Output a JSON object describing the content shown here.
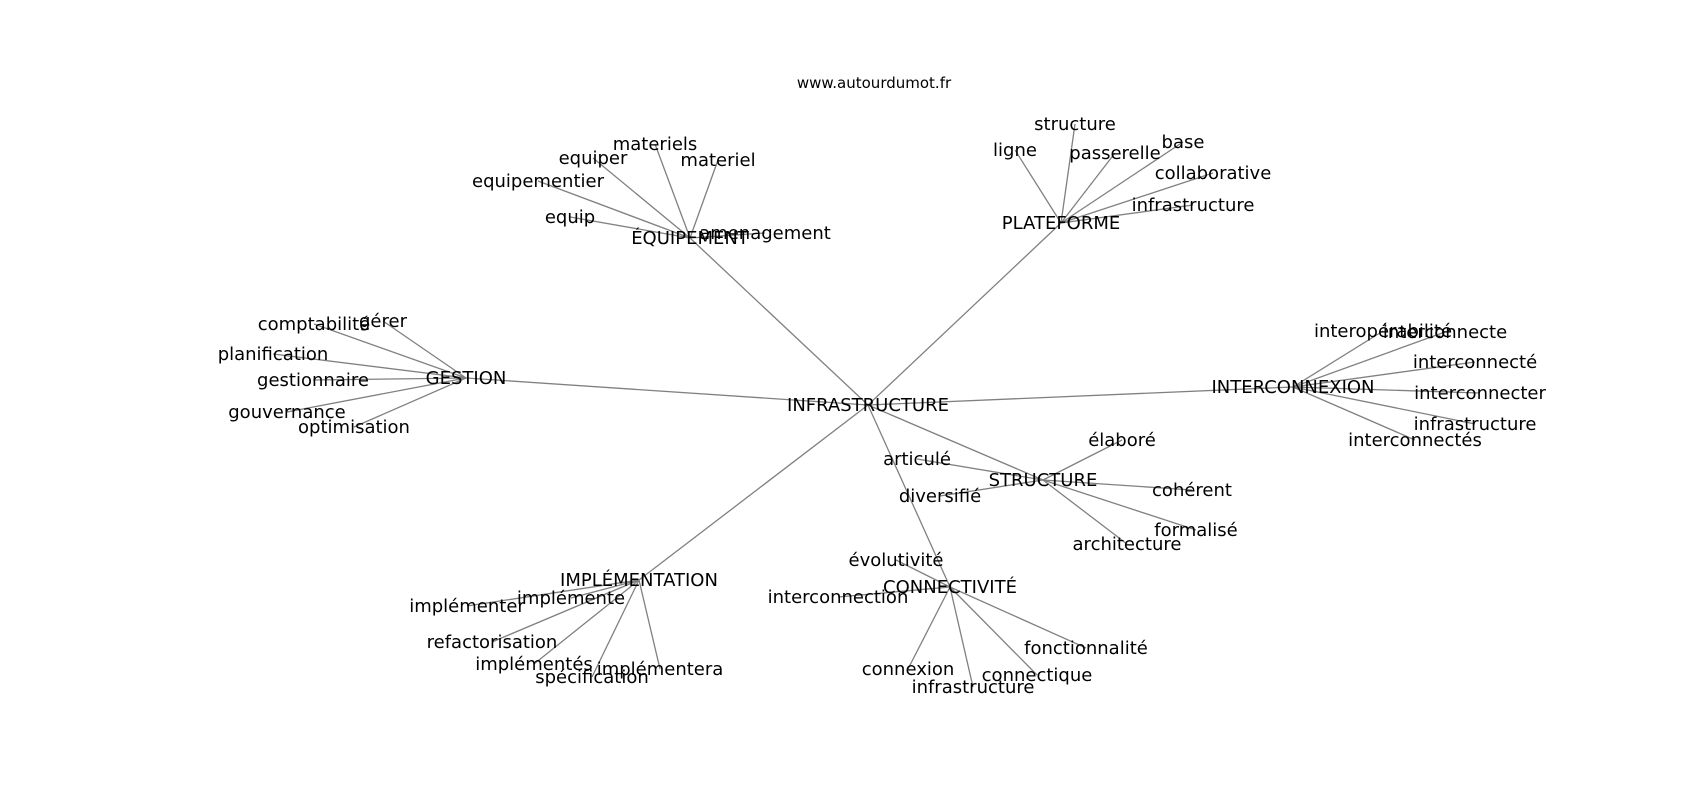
{
  "header": {
    "credit": "www.autourdumot.fr"
  },
  "graph": {
    "center": "INFRASTRUCTURE",
    "hubs": [
      {
        "id": "equipement",
        "label": "ÉQUIPEMENT",
        "leaves": [
          "materiels",
          "materiel",
          "equiper",
          "equipementier",
          "equip",
          "amenagement"
        ]
      },
      {
        "id": "plateforme",
        "label": "PLATEFORME",
        "leaves": [
          "structure",
          "ligne",
          "passerelle",
          "base",
          "collaborative",
          "infrastructure"
        ]
      },
      {
        "id": "gestion",
        "label": "GESTION",
        "leaves": [
          "comptabilité",
          "gérer",
          "planification",
          "gestionnaire",
          "gouvernance",
          "optimisation"
        ]
      },
      {
        "id": "interconnexion",
        "label": "INTERCONNEXION",
        "leaves": [
          "interopérabilité",
          "interconnecte",
          "interconnecté",
          "interconnecter",
          "infrastructure",
          "interconnectés"
        ]
      },
      {
        "id": "structure",
        "label": "STRUCTURE",
        "leaves": [
          "élaboré",
          "articulé",
          "diversifié",
          "cohérent",
          "formalisé",
          "architecture"
        ]
      },
      {
        "id": "implementation",
        "label": "IMPLÉMENTATION",
        "leaves": [
          "implémenter",
          "implémente",
          "refactorisation",
          "implémentés",
          "spécification",
          "implémentera"
        ]
      },
      {
        "id": "connectivite",
        "label": "CONNECTIVITÉ",
        "leaves": [
          "évolutivité",
          "interconnection",
          "fonctionnalité",
          "connexion",
          "connectique",
          "infrastructure"
        ]
      }
    ]
  },
  "colors": {
    "edge": "#808080",
    "text": "#000000",
    "background": "#ffffff"
  }
}
